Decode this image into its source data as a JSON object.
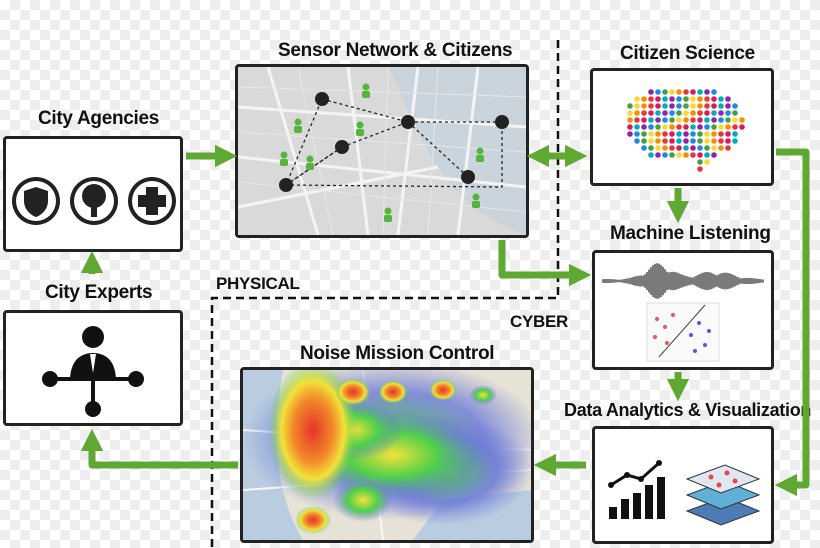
{
  "labels": {
    "sensor_network": "Sensor Network & Citizens",
    "city_agencies": "City Agencies",
    "citizen_science": "Citizen Science",
    "machine_listening": "Machine Listening",
    "city_experts": "City Experts",
    "physical": "PHYSICAL",
    "cyber": "CYBER",
    "noise_mission_control": "Noise Mission Control",
    "data_analytics": "Data Analytics & Visualization"
  },
  "icons": {
    "agencies": [
      "police-shield-icon",
      "tree-parks-icon",
      "health-cross-icon"
    ],
    "experts": "expert-network-icon",
    "analytics": [
      "bar-chart-trend-icon",
      "layered-map-icon"
    ]
  },
  "colors": {
    "arrow": "#5fa832",
    "border": "#222222",
    "heat_red": "#e8332a",
    "heat_yellow": "#f2e23a",
    "heat_green": "#4fd04a",
    "heat_blue": "#6a78d8"
  }
}
